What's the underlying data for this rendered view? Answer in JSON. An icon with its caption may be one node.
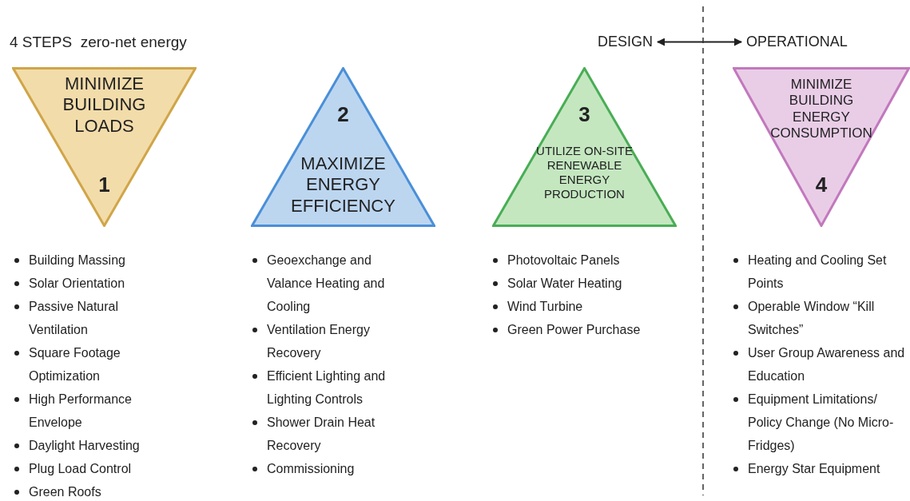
{
  "diagram": {
    "title": "4 STEPS  zero-net energy",
    "nodes": [
      {
        "text": [
          "MINIMIZE BUILDING LOADS",
          "1"
        ],
        "beside": [
          "Building Massing",
          "Solar Orientation",
          "Passive Natural Ventilation",
          "Square Footage Optimization",
          "High Performance Envelope",
          "Daylight Harvesting",
          "Plug Load Control",
          "Green Roofs"
        ]
      },
      {
        "text": [
          "2",
          "MAXIMIZE ENERGY EFFICIENCY"
        ],
        "beside": [
          "Geoexchange and Valance Heating and Cooling",
          "Ventilation Energy Recovery",
          "Efficient Lighting and Lighting Controls",
          "Shower Drain Heat Recovery",
          "Commissioning"
        ]
      },
      {
        "text": [
          "3",
          "UTILIZE ON-SITE RENEWABLE ENERGY PRODUCTION"
        ],
        "beside": [
          "Photovoltaic Panels",
          "Solar Water Heating",
          "Wind Turbine",
          "Green Power Purchase"
        ]
      },
      {
        "text": [
          "MINIMIZE BUILDING ENERGY CONSUMPTION",
          "4"
        ],
        "beside": [
          "Heating and Cooling Set Points",
          "Operable Window “Kill Switches”",
          "User Group Awareness and Education",
          "Equipment Limitations/ Policy Change (No Micro-Fridges)",
          "Energy Star Equipment"
        ]
      },
      {
        "text": [
          "DESIGN"
        ]
      },
      {
        "text": [
          "OPERATIONAL"
        ]
      }
    ],
    "edges": [
      {
        "from": 4,
        "to": 5,
        "arrow": "both"
      }
    ]
  }
}
